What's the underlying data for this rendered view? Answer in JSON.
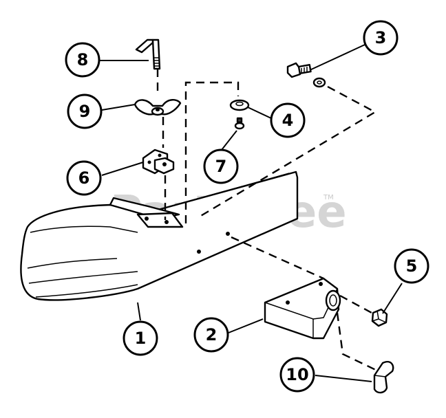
{
  "watermark": {
    "text": "PartsTree",
    "trademark": "TM"
  },
  "callouts": [
    {
      "id": "1",
      "label": "1"
    },
    {
      "id": "2",
      "label": "2"
    },
    {
      "id": "3",
      "label": "3"
    },
    {
      "id": "4",
      "label": "4"
    },
    {
      "id": "5",
      "label": "5"
    },
    {
      "id": "6",
      "label": "6"
    },
    {
      "id": "7",
      "label": "7"
    },
    {
      "id": "8",
      "label": "8"
    },
    {
      "id": "9",
      "label": "9"
    },
    {
      "id": "10",
      "label": "10"
    }
  ]
}
